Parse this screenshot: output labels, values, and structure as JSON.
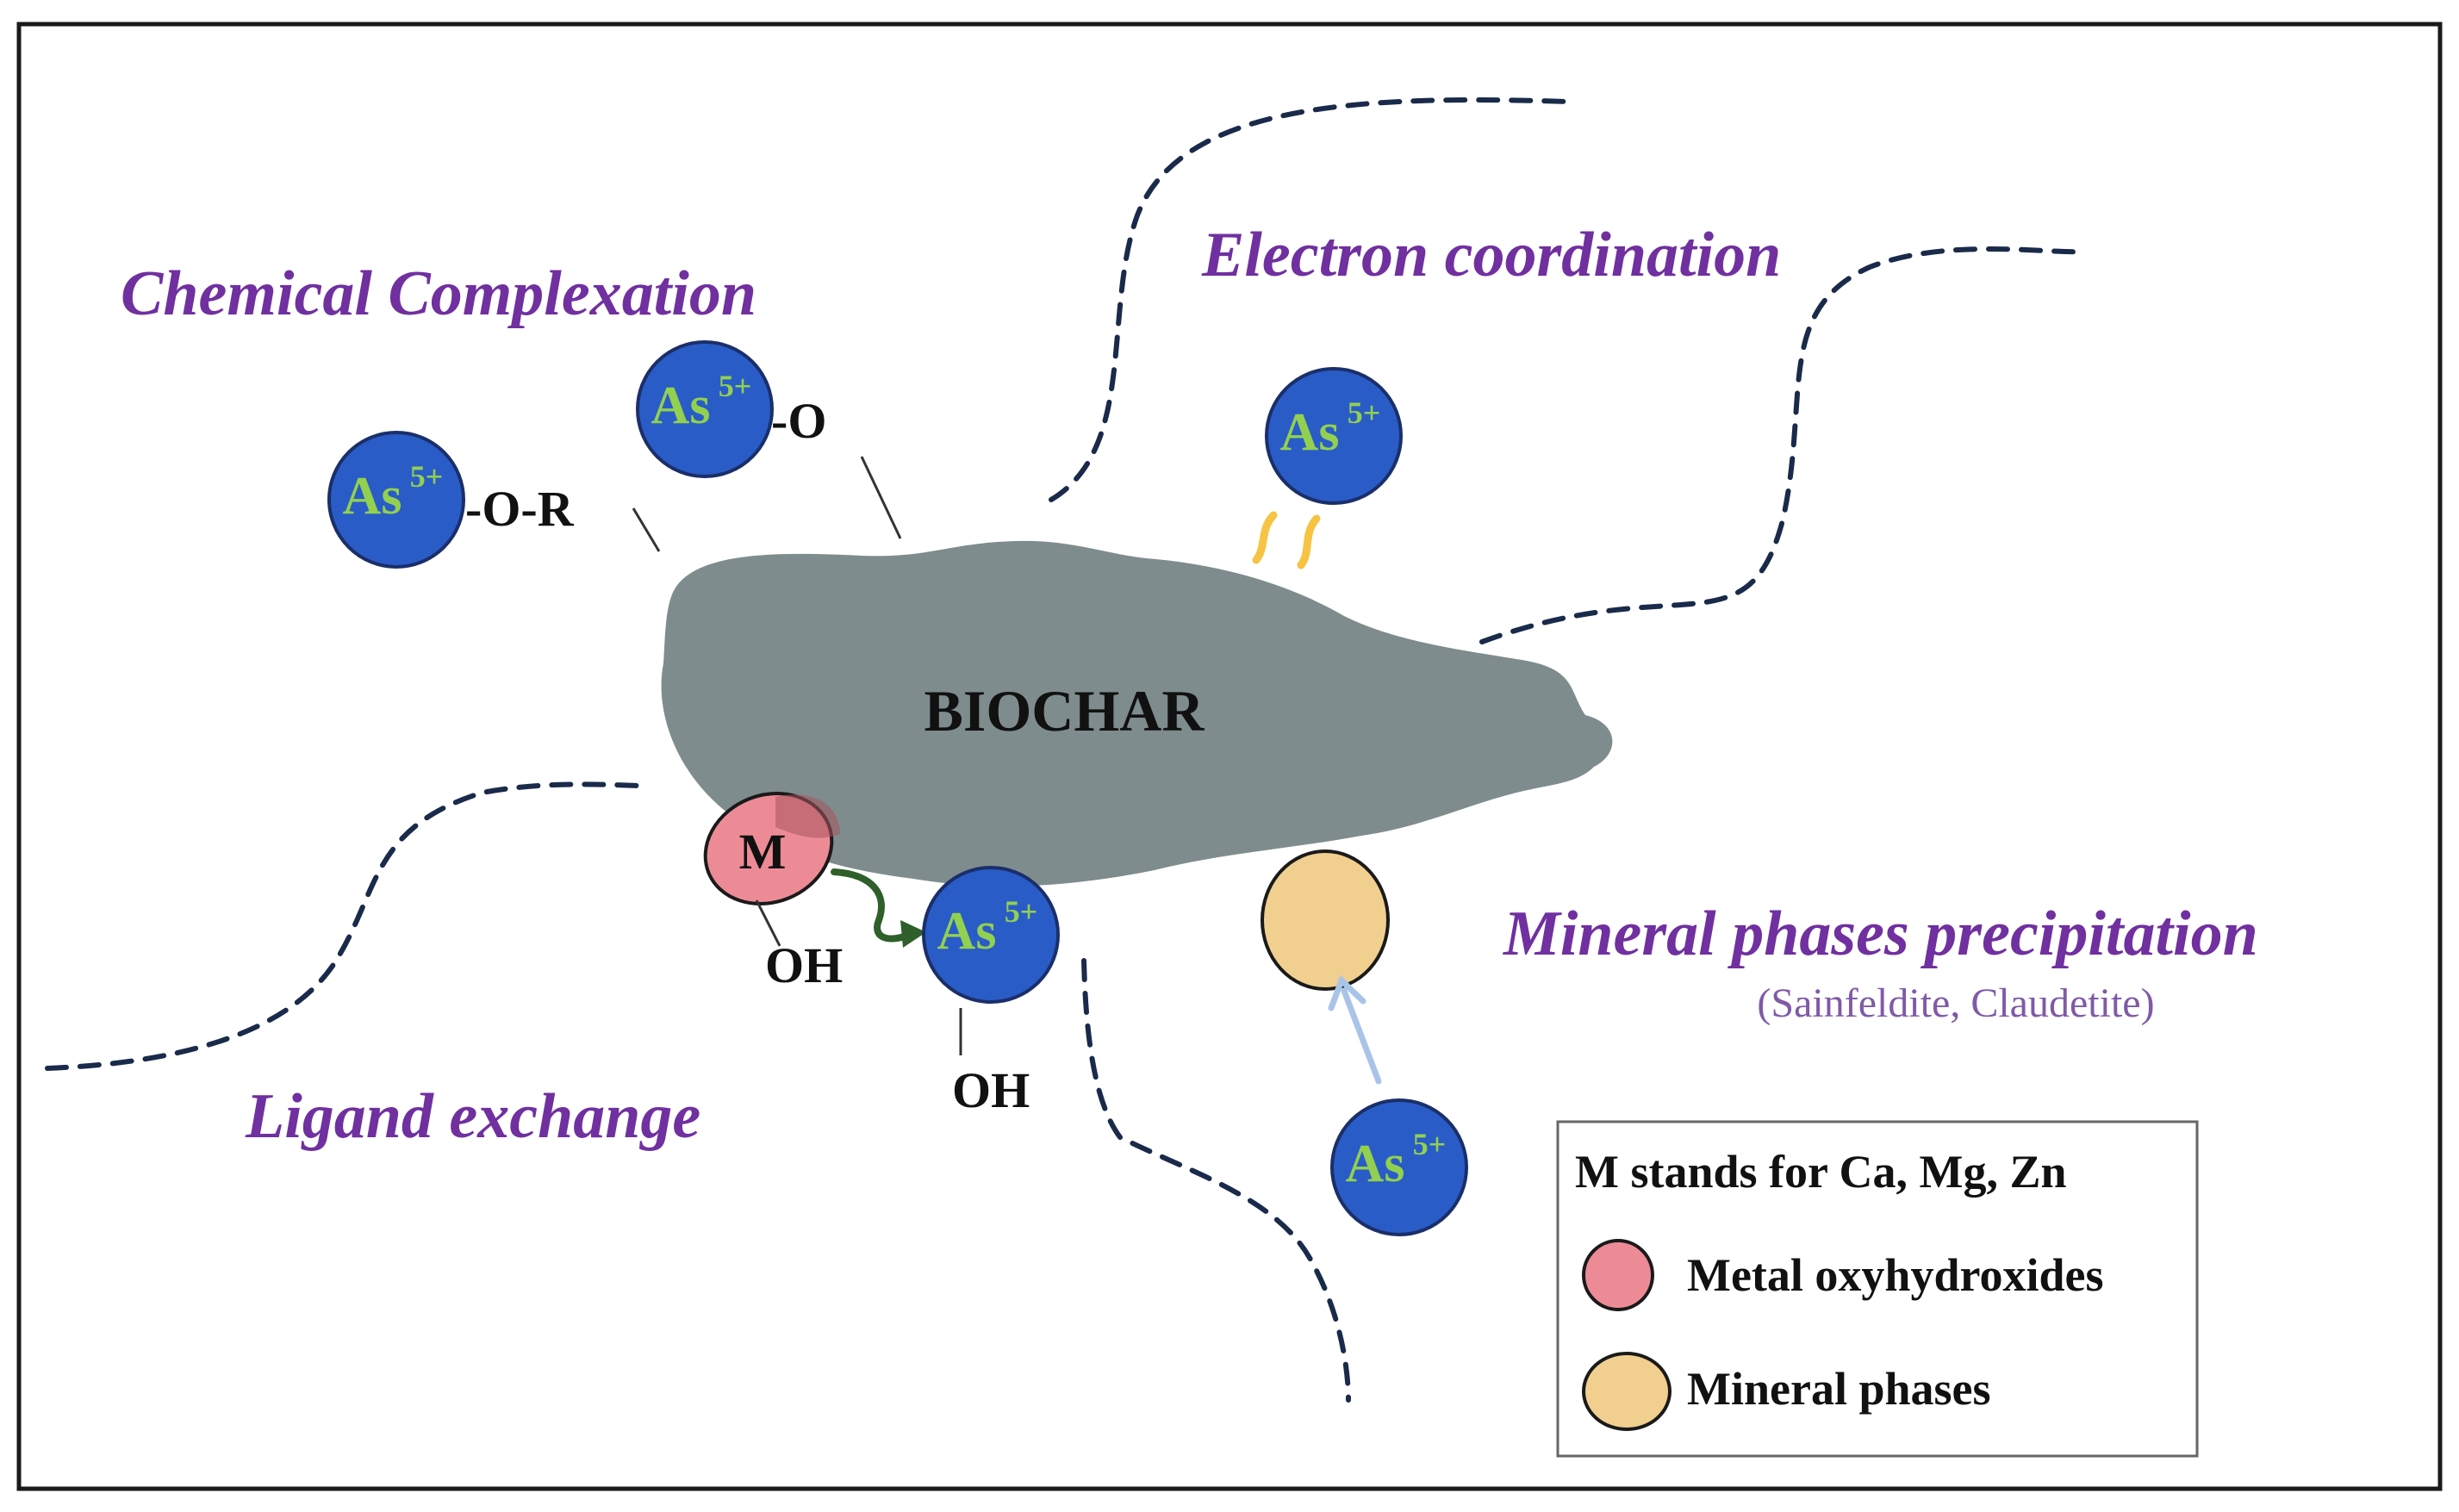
{
  "colors": {
    "mechanism_text": "#7030a0",
    "ion_fill": "#2a5cc7",
    "ion_stroke": "#1a2f6a",
    "ion_text": "#92d050",
    "biochar": "#7f8c8d",
    "metal_oxy": "#ec8b96",
    "mineral": "#f1cf8f",
    "electron_mark": "#f6c342",
    "arrow_green": "#2f5f2a",
    "arrow_blue": "#a9c4e8"
  },
  "biochar": {
    "label": "BIOCHAR"
  },
  "mechanisms": {
    "chemical_complexation": "Chemical Complexation",
    "electron_coordination": "Electron coordination",
    "ligand_exchange": "Ligand exchange",
    "mineral_precipitation": "Mineral phases precipitation",
    "mineral_examples": "(Sainfeldite, Claudetite)"
  },
  "ion": {
    "base": "As",
    "charge": "5+"
  },
  "groups": {
    "o_r": "-O-R",
    "o": "-O",
    "oh_metal": "OH",
    "oh_ion": "OH"
  },
  "metal": {
    "label": "M"
  },
  "legend": {
    "title": "M stands for Ca, Mg, Zn",
    "items": [
      {
        "label": "Metal oxyhydroxides"
      },
      {
        "label": "Mineral phases"
      }
    ]
  }
}
